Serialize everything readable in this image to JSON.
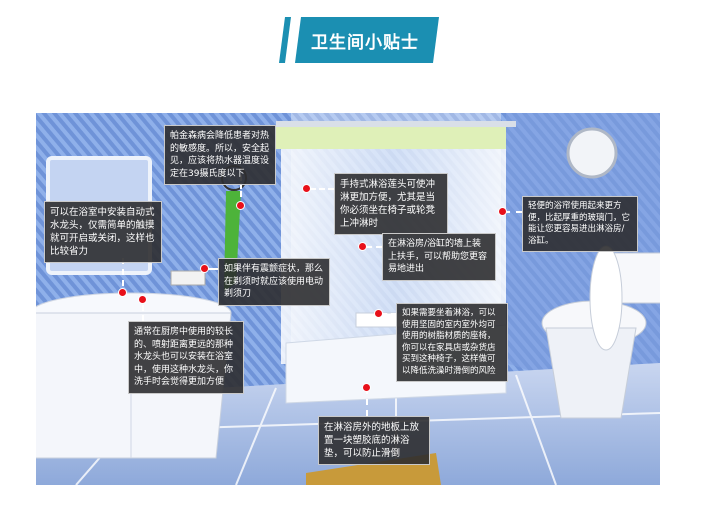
{
  "header": {
    "title": "卫生间小贴士"
  },
  "colors": {
    "accent": "#1B8FB2",
    "marker": "#E8101A",
    "tip_bg": "#2D2D30"
  },
  "tips": [
    {
      "id": "thermostat",
      "text": "帕金森病会降低患者对热的敏感度。所以，安全起见，应该将热水器温度设定在39摄氏度以下"
    },
    {
      "id": "auto-faucet",
      "text": "可以在浴室中安装自动式水龙头，仅需简单的触摸就可开启或关闭，这样也比较省力"
    },
    {
      "id": "handheld-shower",
      "text": "手持式淋浴莲头可使冲淋更加方便，尤其是当你必须坐在椅子或轮凳上冲淋时"
    },
    {
      "id": "electric-razor",
      "text": "如果伴有震颤症状，那么在剃须时就应该使用电动剃须刀"
    },
    {
      "id": "grab-bar",
      "text": "在淋浴房/浴缸的墙上装上扶手，可以帮助您更容易地进出"
    },
    {
      "id": "sliding-door",
      "text": "轻便的浴帘使用起来更方便，比起厚重的玻璃门，它能让您更容易进出淋浴房/浴缸。"
    },
    {
      "id": "long-faucet",
      "text": "通常在厨房中使用的较长的、喷射距离更远的那种水龙头也可以安装在浴室中，使用这种水龙头，你洗手时会觉得更加方便"
    },
    {
      "id": "shower-chair",
      "text": "如果需要坐着淋浴，可以使用坚固的室内室外均可使用的树脂材质的座椅，你可以在家具店或杂货店买到这种椅子，这样做可以降低洗澡时滑倒的风险"
    },
    {
      "id": "bath-mat",
      "text": "在淋浴房外的地板上放置一块塑胶底的淋浴垫，可以防止滑倒"
    }
  ]
}
